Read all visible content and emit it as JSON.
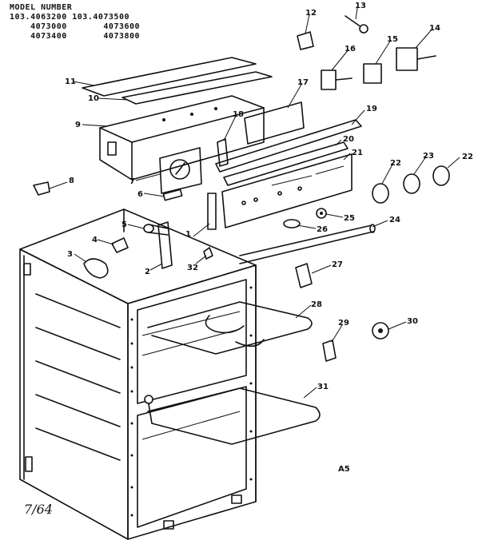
{
  "header": {
    "title": "MODEL NUMBER",
    "models": [
      [
        "103.4063200",
        "103.4073500"
      ],
      [
        "4073000",
        "4073600"
      ],
      [
        "4073400",
        "4073800"
      ]
    ]
  },
  "callouts": [
    "1",
    "2",
    "3",
    "4",
    "5",
    "6",
    "7",
    "8",
    "9",
    "10",
    "11",
    "12",
    "13",
    "14",
    "15",
    "16",
    "17",
    "18",
    "19",
    "20",
    "21",
    "22",
    "22",
    "23",
    "24",
    "25",
    "26",
    "27",
    "28",
    "29",
    "30",
    "31",
    "32"
  ],
  "figure_code": "A5",
  "corner_note": "7/64"
}
